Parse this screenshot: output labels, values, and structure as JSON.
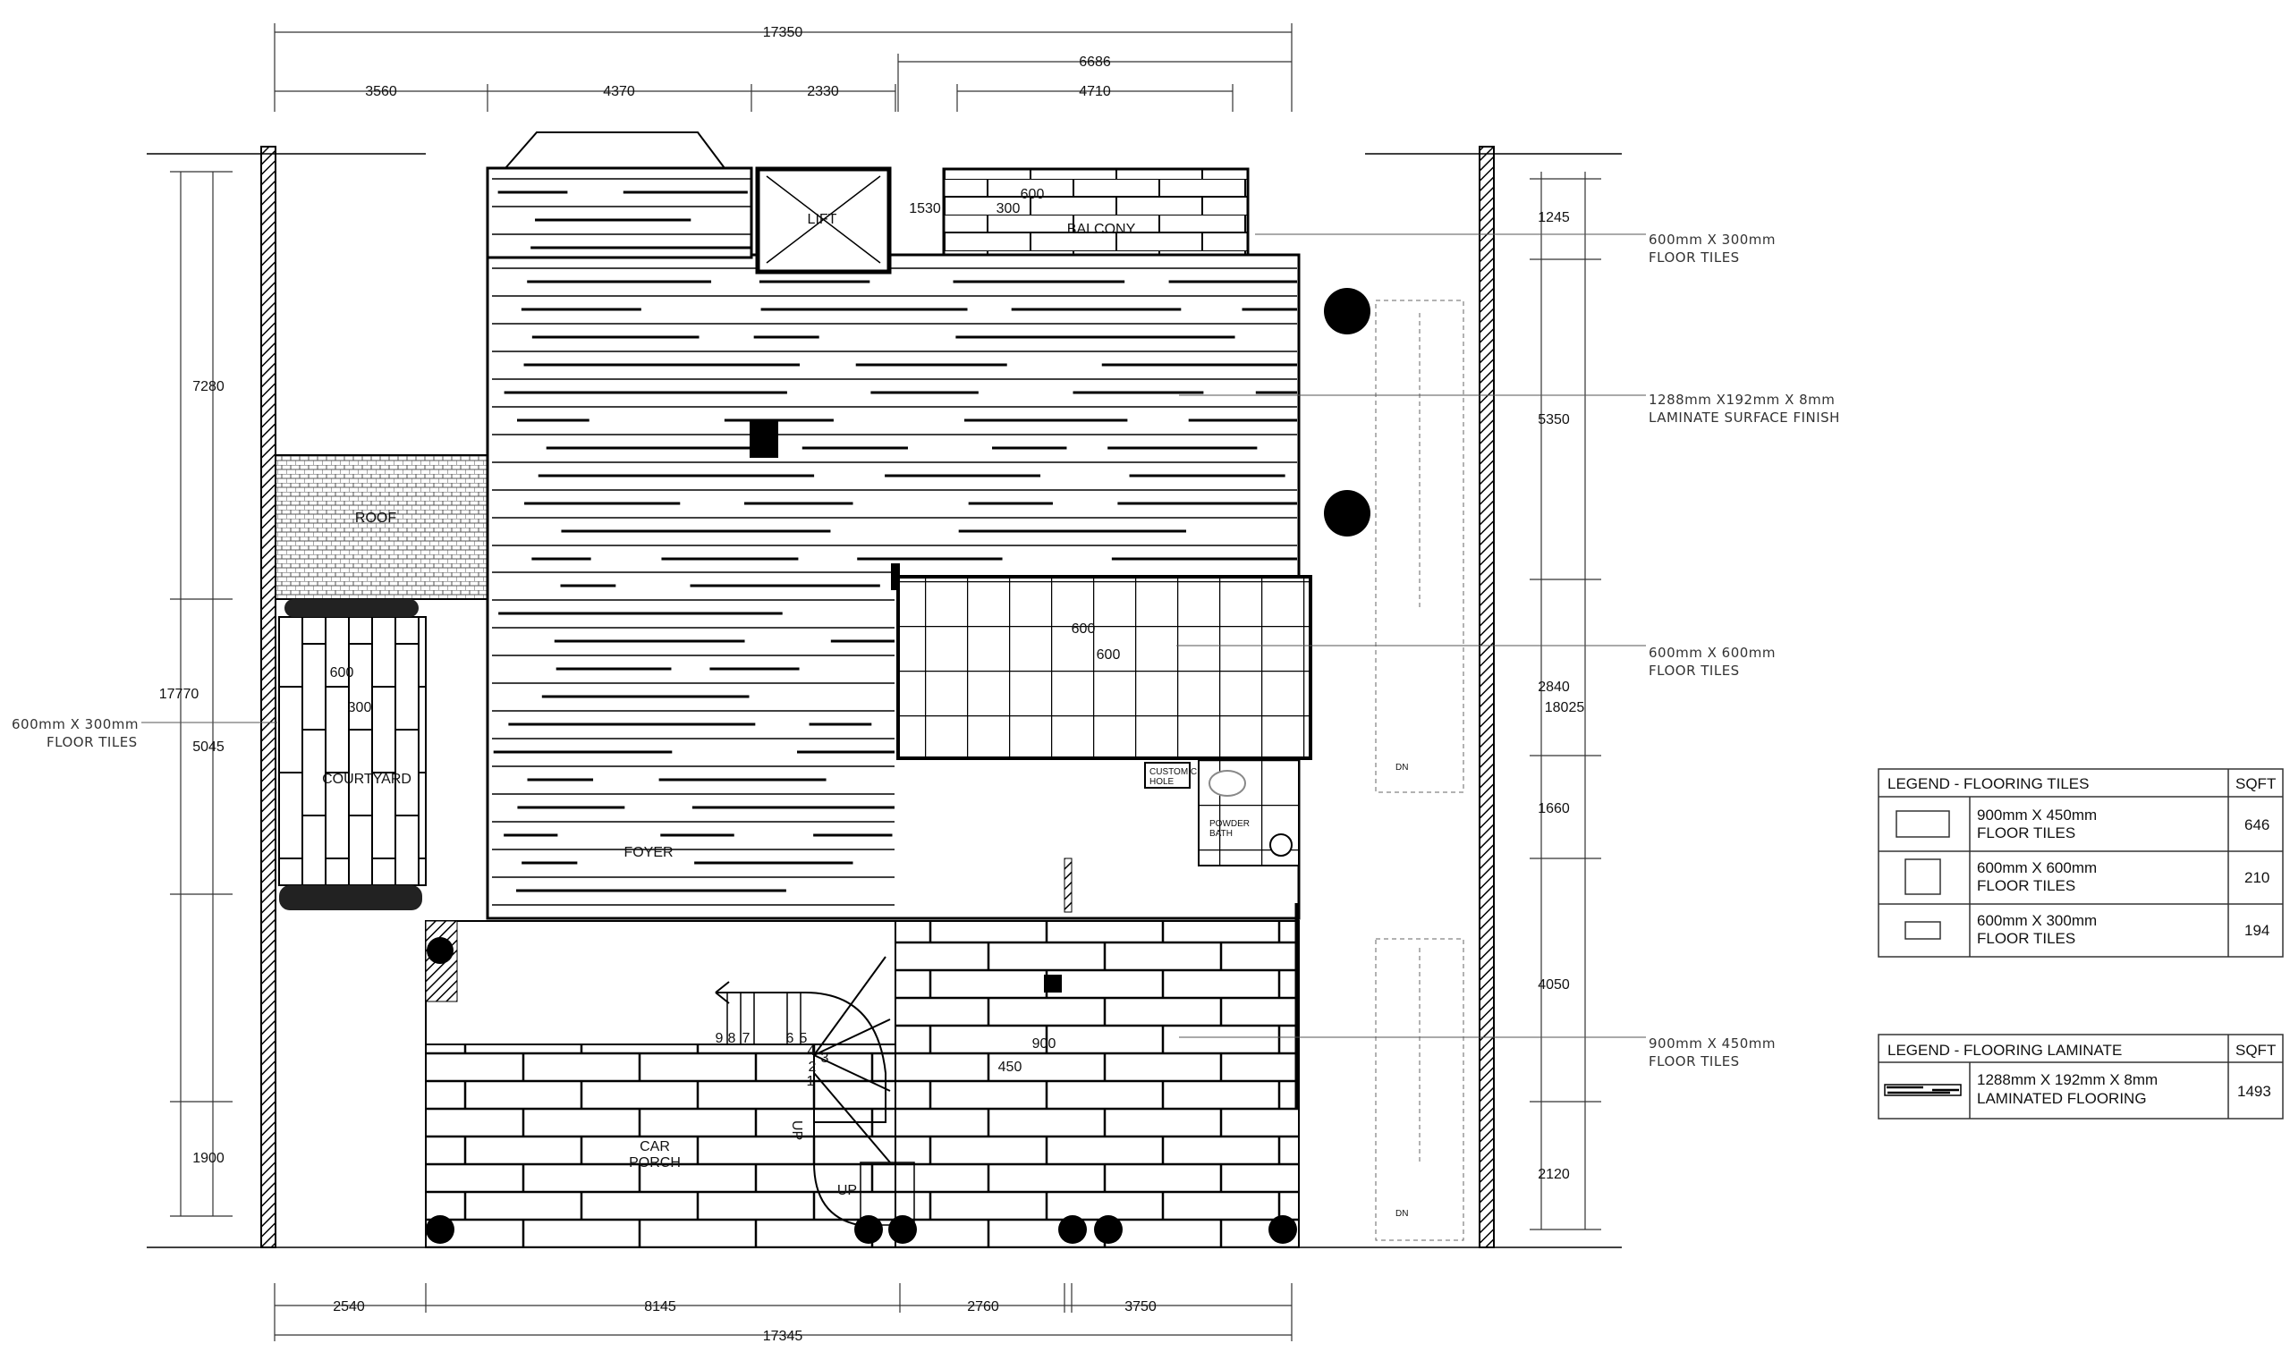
{
  "dimensions": {
    "top_overall": "17350",
    "top_segments": [
      "3560",
      "4370",
      "2330"
    ],
    "top_right_overall": "6686",
    "top_right_segment": "4710",
    "bottom_overall": "17345",
    "bottom_segments": [
      "2540",
      "8145",
      "2760",
      "3750"
    ],
    "left_overall": "17770",
    "left_segments": [
      "7280",
      "5045",
      "1900"
    ],
    "right_overall": "18025",
    "right_segments": [
      "1245",
      "5350",
      "2840",
      "1660",
      "4050",
      "2120"
    ],
    "balcony_height": "1530",
    "balcony_tile_w": "600",
    "balcony_tile_h": "300",
    "room_tile_w": "600",
    "room_tile_h": "600",
    "courtyard_tile_w": "600",
    "courtyard_tile_h": "300",
    "porch_tile_w": "900",
    "porch_tile_h": "450"
  },
  "rooms": {
    "lift": "LIFT",
    "balcony": "BALCONY",
    "roof": "ROOF",
    "courtyard": "COURTYARD",
    "foyer": "FOYER",
    "car_porch_1": "CAR",
    "car_porch_2": "PORCH",
    "customic_hole_1": "CUSTOMIC",
    "customic_hole_2": "HOLE",
    "powder_bath_1": "POWDER",
    "powder_bath_2": "BATH"
  },
  "stairs": {
    "steps": [
      "9",
      "8",
      "7",
      "6",
      "5",
      "4",
      "3",
      "2",
      "1"
    ],
    "up_1": "UP",
    "up_2": "UP",
    "dn_1": "DN",
    "dn_2": "DN"
  },
  "annotations": [
    {
      "line1": "600mm X 300mm",
      "line2": "FLOOR TILES"
    },
    {
      "line1": "1288mm X192mm X 8mm",
      "line2": "LAMINATE SURFACE FINISH"
    },
    {
      "line1": "600mm X 600mm",
      "line2": "FLOOR TILES"
    },
    {
      "line1": "900mm X 450mm",
      "line2": "FLOOR TILES"
    },
    {
      "line1": "600mm X 300mm",
      "line2": "FLOOR TILES"
    }
  ],
  "legend_tiles": {
    "title": "LEGEND - FLOORING TILES",
    "unit": "SQFT",
    "rows": [
      {
        "line1": "900mm X 450mm",
        "line2": "FLOOR TILES",
        "sqft": "646"
      },
      {
        "line1": "600mm X 600mm",
        "line2": "FLOOR TILES",
        "sqft": "210"
      },
      {
        "line1": "600mm X 300mm",
        "line2": "FLOOR TILES",
        "sqft": "194"
      }
    ]
  },
  "legend_laminate": {
    "title": "LEGEND - FLOORING LAMINATE",
    "unit": "SQFT",
    "rows": [
      {
        "line1": "1288mm X 192mm X 8mm",
        "line2": "LAMINATED FLOORING",
        "sqft": "1493"
      }
    ]
  },
  "colors": {
    "line": "#000000",
    "background": "#ffffff",
    "note_text": "#333333"
  }
}
